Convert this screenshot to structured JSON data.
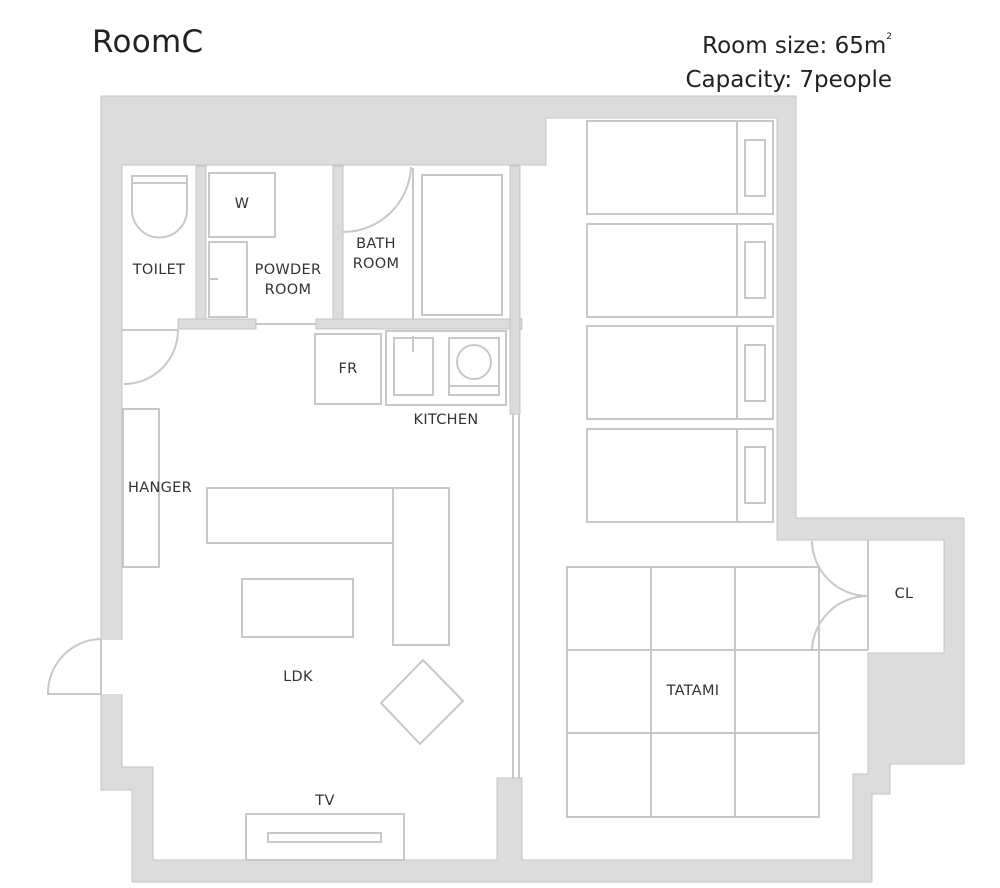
{
  "header": {
    "title": "RoomC",
    "room_size_label": "Room size: 65m",
    "room_size_unit_sup": "2",
    "capacity_label": "Capacity: 7people"
  },
  "colors": {
    "wall_fill": "#dcdcdc",
    "line": "#c8c8c8",
    "text": "#333333",
    "background": "#ffffff"
  },
  "rooms": {
    "toilet": "TOILET",
    "w": "W",
    "powder_room_line1": "POWDER",
    "powder_room_line2": "ROOM",
    "bath_room_line1": "BATH",
    "bath_room_line2": "ROOM",
    "fr": "FR",
    "kitchen": "KITCHEN",
    "hanger": "HANGER",
    "ldk": "LDK",
    "tv": "TV",
    "tatami": "TATAMI",
    "cl": "CL"
  },
  "furniture": {
    "beds_count": 4,
    "tatami_grid": "3x3"
  }
}
